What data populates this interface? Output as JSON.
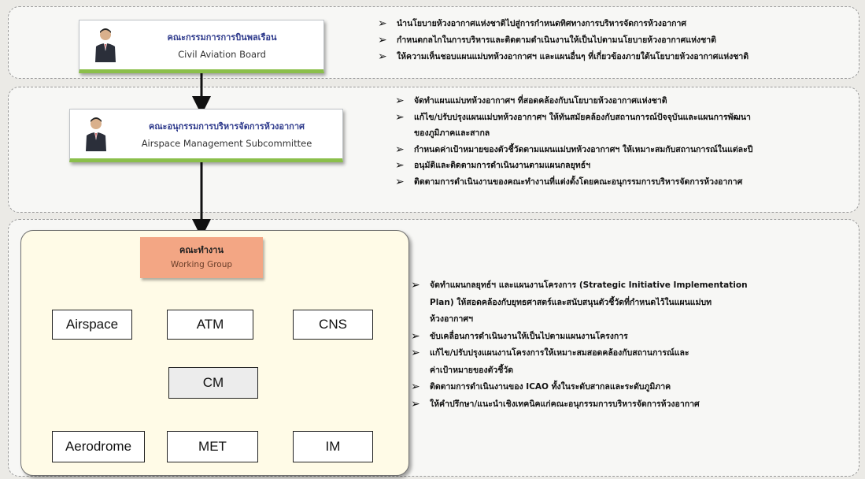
{
  "board": {
    "th": "คณะกรรมการการบินพลเรือน",
    "en": "Civil Aviation Board",
    "bullets": [
      "นำนโยบายห้วงอากาศแห่งชาติไปสู่การกำหนดทิศทางการบริหารจัดการห้วงอากาศ",
      "กำหนดกลไกในการบริหารและติดตามดำเนินงานให้เป็นไปตามนโยบายห้วงอากาศแห่งชาติ",
      "ให้ความเห็นชอบแผนแม่บทห้วงอากาศฯ และแผนอื่นๆ ที่เกี่ยวข้องภายใต้นโยบายห้วงอากาศแห่งชาติ"
    ]
  },
  "subcommittee": {
    "th": "คณะอนุกรรมการบริหารจัดการห้วงอากาศ",
    "en": "Airspace Management Subcommittee",
    "bullets": [
      {
        "line1": "จัดทำแผนแม่บทห้วงอากาศฯ ที่สอดคล้องกับนโยบายห้วงอากาศแห่งชาติ",
        "line2": ""
      },
      {
        "line1": "แก้ไข/ปรับปรุงแผนแม่บทห้วงอากาศฯ ให้ทันสมัยคล้องกับสถานการณ์ปัจจุบันและแผนการพัฒนา",
        "line2": "ของภูมิภาคและสากล"
      },
      {
        "line1": "กำหนดค่าเป้าหมายของตัวชี้วัดตามแผนแม่บทห้วงอากาศฯ ให้เหมาะสมกับสถานการณ์ในแต่ละปี",
        "line2": ""
      },
      {
        "line1": "อนุมัติและติดตามการดำเนินงานตามแผนกลยุทธ์ฯ",
        "line2": ""
      },
      {
        "line1": "ติดตามการดำเนินงานของคณะทำงานที่แต่งตั้งโดยคณะอนุกรรมการบริหารจัดการห้วงอากาศ",
        "line2": ""
      }
    ]
  },
  "working_group": {
    "th": "คณะทำงาน",
    "en": "Working Group",
    "nodes": {
      "airspace": "Airspace",
      "atm": "ATM",
      "cns": "CNS",
      "cm": "CM",
      "aerodrome": "Aerodrome",
      "met": "MET",
      "im": "IM"
    },
    "bullets": [
      {
        "line1": "จัดทำแผนกลยุทธ์ฯ และแผนงานโครงการ (Strategic Initiative Implementation",
        "line2": "Plan) ให้สอดคล้องกับยุทธศาสตร์และสนับสนุนตัวชี้วัดที่กำหนดไว้ในแผนแม่บท",
        "line3": "ห้วงอากาศฯ"
      },
      {
        "line1": "ขับเคลื่อนการดำเนินงานให้เป็นไปตามแผนงานโครงการ",
        "line2": "",
        "line3": ""
      },
      {
        "line1": "แก้ไข/ปรับปรุงแผนงานโครงการให้เหมาะสมสอดคล้องกับสถานการณ์และ",
        "line2": "ค่าเป้าหมายของตัวชี้วัด",
        "line3": ""
      },
      {
        "line1": "ติดตามการดำเนินงานของ ICAO ทั้งในระดับสากลและระดับภูมิภาค",
        "line2": "",
        "line3": ""
      },
      {
        "line1": "ให้คำปรึกษา/แนะนำเชิงเทคนิคแก่คณะอนุกรรมการบริหารจัดการห้วงอากาศ",
        "line2": "",
        "line3": ""
      }
    ]
  },
  "bullet_marker": "➢",
  "icons": {
    "person": "person-in-suit-icon"
  },
  "colors": {
    "accent_green": "#8bbf4b",
    "title_blue": "#2e3a8c",
    "wg_salmon": "#f3a684",
    "wg_panel": "#fffbe7"
  }
}
